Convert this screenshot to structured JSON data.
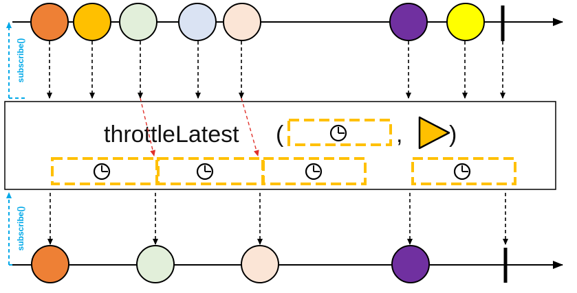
{
  "operator": {
    "name": "throttleLatest",
    "open_paren": "(",
    "separator": ",",
    "close_paren": ")"
  },
  "subscribe_label": "subscribe()",
  "colors": {
    "orange": "#ee8035",
    "amber": "#ffc000",
    "light_green": "#e2efda",
    "light_blue": "#dae3f3",
    "peach": "#fbe5d6",
    "purple": "#7030a0",
    "yellow": "#ffff00",
    "dash_gold": "#ffc000",
    "emit_arrow": "#e0302a",
    "subscribe_arrow": "#00a8e8"
  },
  "source_stream": {
    "items": [
      {
        "name": "orange",
        "color": "#ee8035"
      },
      {
        "name": "amber",
        "color": "#ffc000"
      },
      {
        "name": "light-green",
        "color": "#e2efda"
      },
      {
        "name": "light-blue",
        "color": "#dae3f3"
      },
      {
        "name": "peach",
        "color": "#fbe5d6"
      },
      {
        "name": "purple",
        "color": "#7030a0"
      },
      {
        "name": "yellow",
        "color": "#ffff00"
      }
    ],
    "completes": true
  },
  "output_stream": {
    "items": [
      {
        "name": "orange",
        "color": "#ee8035"
      },
      {
        "name": "light-green",
        "color": "#e2efda"
      },
      {
        "name": "peach",
        "color": "#fbe5d6"
      },
      {
        "name": "purple",
        "color": "#7030a0"
      }
    ],
    "completes": true
  },
  "throttle_windows": 4,
  "icons": [
    "clock-icon",
    "play-triangle-icon"
  ]
}
